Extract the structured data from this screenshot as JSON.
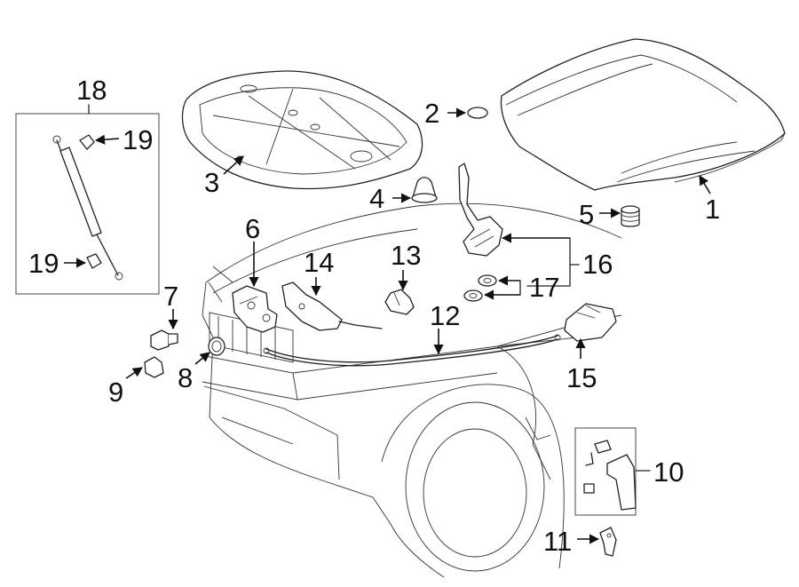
{
  "callouts": {
    "c1": "1",
    "c2": "2",
    "c3": "3",
    "c4": "4",
    "c5": "5",
    "c6": "6",
    "c7": "7",
    "c8": "8",
    "c9": "9",
    "c10": "10",
    "c11": "11",
    "c12": "12",
    "c13": "13",
    "c14": "14",
    "c15": "15",
    "c16": "16",
    "c17": "17",
    "c18": "18",
    "c19a": "19",
    "c19b": "19"
  },
  "colors": {
    "line": "#222222",
    "background": "#ffffff"
  }
}
